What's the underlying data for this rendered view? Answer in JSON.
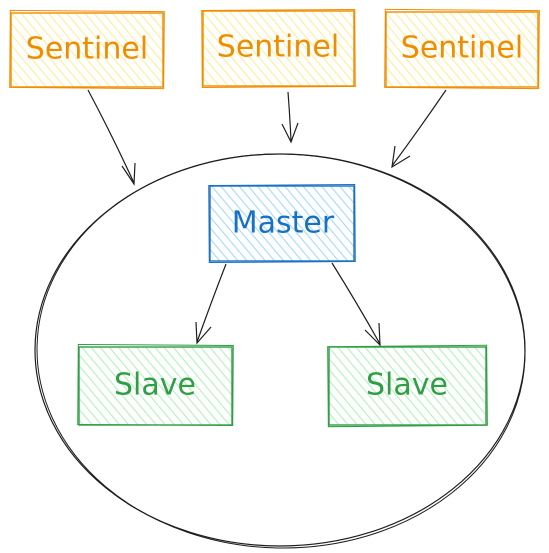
{
  "colors": {
    "sentinel_stroke": "#f08c00",
    "sentinel_fill": "#ffec99",
    "master_stroke": "#1971c2",
    "master_fill": "#a5d8ff",
    "slave_stroke": "#2f9e44",
    "slave_fill": "#b2f2bb",
    "edge": "#1e1e1e"
  },
  "nodes": {
    "sentinel_1": {
      "label": "Sentinel"
    },
    "sentinel_2": {
      "label": "Sentinel"
    },
    "sentinel_3": {
      "label": "Sentinel"
    },
    "master": {
      "label": "Master"
    },
    "slave_1": {
      "label": "Slave"
    },
    "slave_2": {
      "label": "Slave"
    }
  },
  "edges": [
    {
      "from": "sentinel_1",
      "to": "cluster"
    },
    {
      "from": "sentinel_2",
      "to": "cluster"
    },
    {
      "from": "sentinel_3",
      "to": "cluster"
    },
    {
      "from": "master",
      "to": "slave_1"
    },
    {
      "from": "master",
      "to": "slave_2"
    }
  ]
}
